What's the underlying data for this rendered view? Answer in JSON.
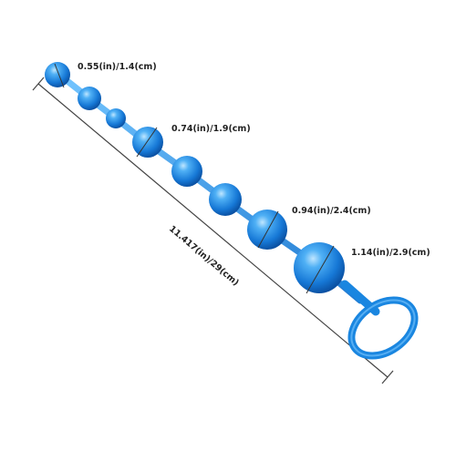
{
  "product": {
    "color": "#1a86e0",
    "color_dark": "#0a55a8",
    "color_light": "#8fd0ff"
  },
  "dimensions": {
    "bead_small": "0.55(in)/1.4(cm)",
    "bead_medium": "0.74(in)/1.9(cm)",
    "bead_large": "0.94(in)/2.4(cm)",
    "bead_xlarge": "1.14(in)/2.9(cm)",
    "total_length": "11.417(in)/29(cm)"
  }
}
